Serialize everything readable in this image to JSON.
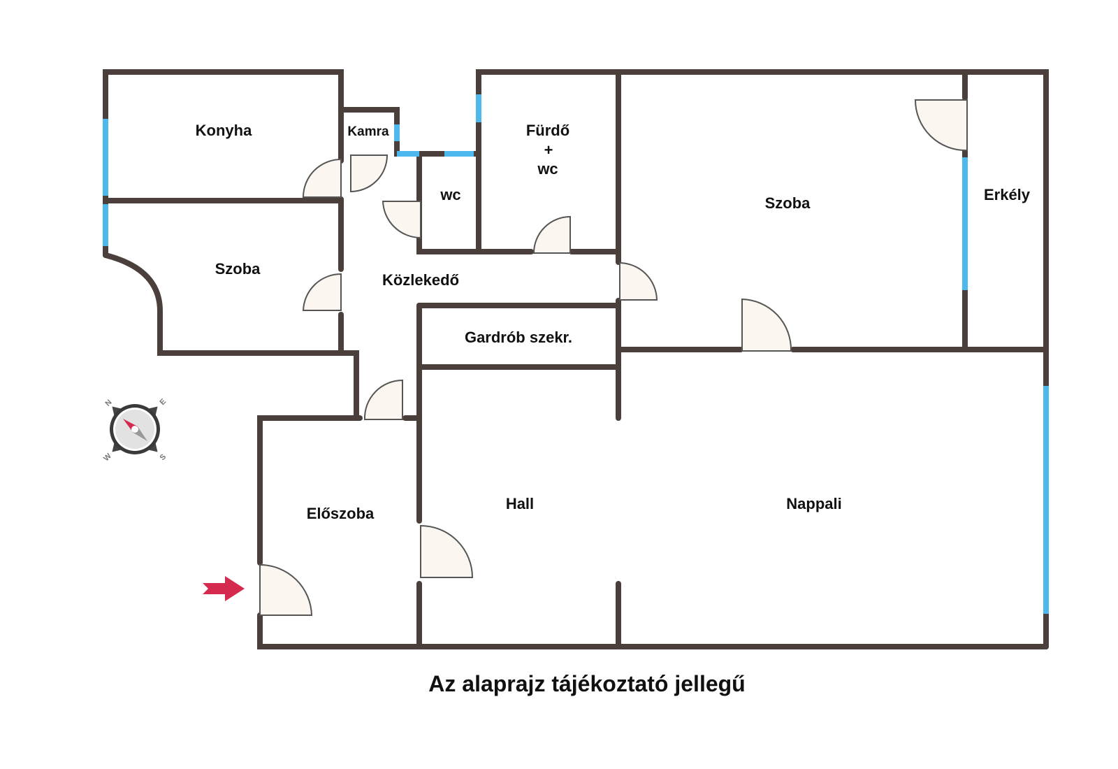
{
  "rooms": {
    "konyha": "Konyha",
    "kamra": "Kamra",
    "furdo_line1": "Fürdő",
    "furdo_line2": "+",
    "furdo_line3": "wc",
    "wc": "wc",
    "szoba_left": "Szoba",
    "kozlekedo": "Közlekedő",
    "gardrob": "Gardrób szekr.",
    "szoba_right": "Szoba",
    "erkely": "Erkély",
    "eloszoba": "Előszoba",
    "hall": "Hall",
    "nappali": "Nappali"
  },
  "compass": {
    "n": "N",
    "e": "E",
    "s": "S",
    "w": "W"
  },
  "caption": "Az alaprajz tájékoztató jellegű",
  "colors": {
    "wall": "#4a3f3a",
    "window": "#4db8ee",
    "entrance_arrow": "#d42a4e",
    "door_fill": "#fbf6f0"
  }
}
